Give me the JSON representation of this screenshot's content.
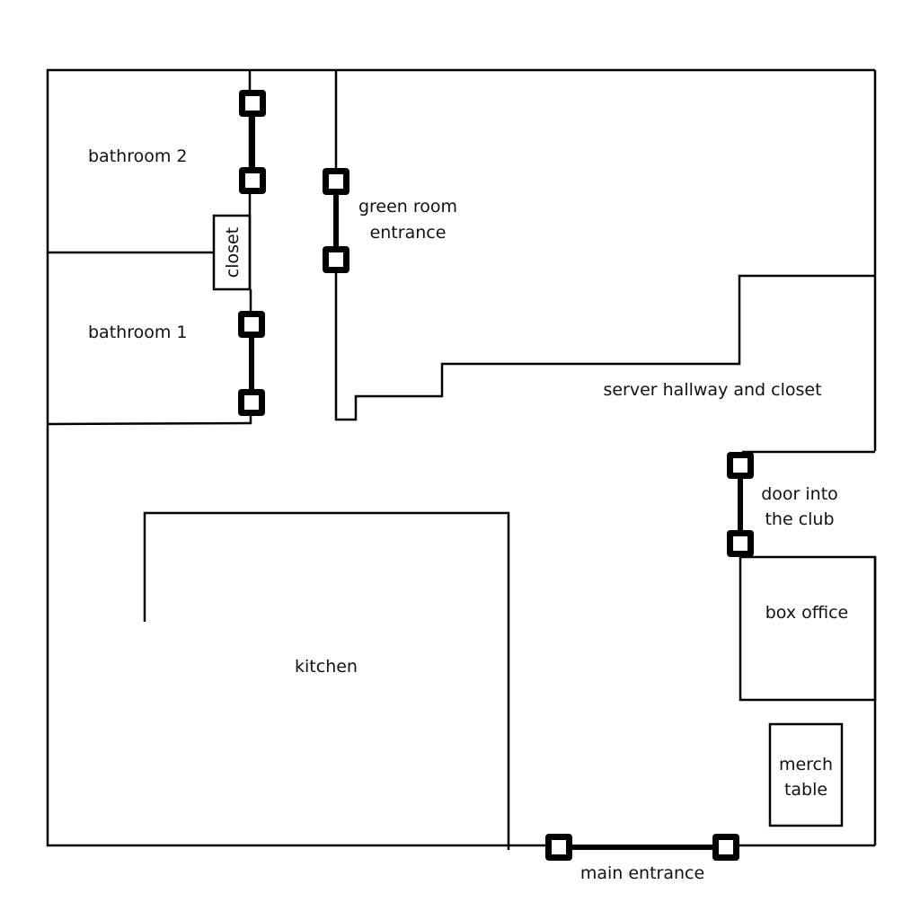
{
  "title": "Venue floor plan",
  "colors": {
    "wall": "#000000",
    "background": "#ffffff"
  },
  "rooms": [
    {
      "id": "bathroom-2",
      "label": "bathroom 2"
    },
    {
      "id": "bathroom-1",
      "label": "bathroom 1"
    },
    {
      "id": "closet",
      "label": "closet"
    },
    {
      "id": "green-room-entrance",
      "label_lines": [
        "green room",
        "entrance"
      ]
    },
    {
      "id": "server-hallway",
      "label": "server hallway and closet"
    },
    {
      "id": "door-into-club",
      "label_lines": [
        "door into",
        "the club"
      ]
    },
    {
      "id": "box-office",
      "label": "box office"
    },
    {
      "id": "merch-table",
      "label_lines": [
        "merch",
        "table"
      ]
    },
    {
      "id": "kitchen",
      "label": "kitchen"
    },
    {
      "id": "main-entrance",
      "label": "main entrance"
    }
  ],
  "doors": [
    {
      "name": "bathroom-2-door"
    },
    {
      "name": "green-room-door"
    },
    {
      "name": "bathroom-1-door"
    },
    {
      "name": "club-door"
    },
    {
      "name": "main-entrance-door"
    }
  ]
}
